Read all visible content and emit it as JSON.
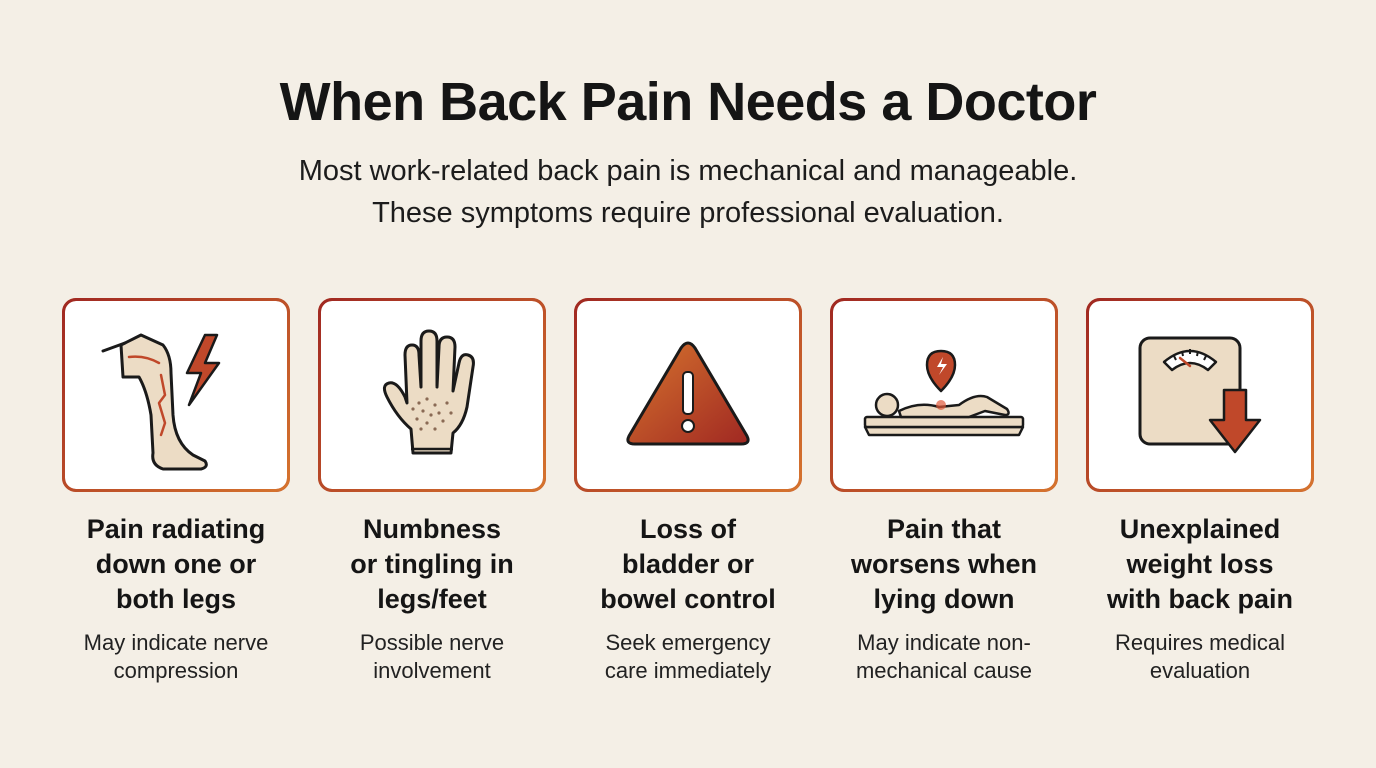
{
  "title": "When Back Pain Needs a Doctor",
  "subtitle": {
    "line1": "Most work-related back pain is mechanical and manageable.",
    "line2": "These symptoms require professional evaluation."
  },
  "colors": {
    "background": "#f4efe6",
    "accent_dark": "#a02822",
    "accent": "#c0482a",
    "accent_light": "#d6742e",
    "skin": "#ecdcc5"
  },
  "cards": [
    {
      "icon": "leg-lightning-icon",
      "heading": "Pain radiating\ndown one or\nboth legs",
      "description": "May indicate nerve\ncompression"
    },
    {
      "icon": "hand-tingling-icon",
      "heading": "Numbness\nor tingling in\nlegs/feet",
      "description": "Possible nerve\ninvolvement"
    },
    {
      "icon": "warning-triangle-icon",
      "heading": "Loss of\nbladder or\nbowel control",
      "description": "Seek emergency\ncare immediately"
    },
    {
      "icon": "lying-down-pain-icon",
      "heading": "Pain that\nworsens when\nlying down",
      "description": "May indicate non-\nmechanical cause"
    },
    {
      "icon": "scale-weight-loss-icon",
      "heading": "Unexplained\nweight loss\nwith back pain",
      "description": "Requires medical\nevaluation"
    }
  ]
}
